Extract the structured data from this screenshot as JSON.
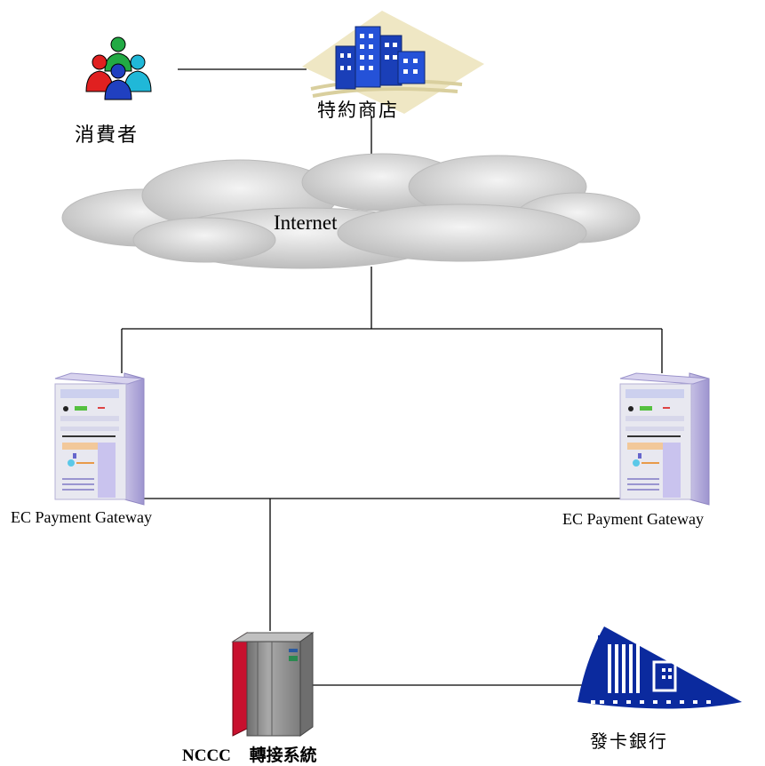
{
  "labels": {
    "consumer": "消費者",
    "merchant": "特約商店",
    "internet": "Internet",
    "gateway_left": "EC Payment Gateway",
    "gateway_right": "EC Payment Gateway",
    "nccc": "NCCC",
    "switch_system": "轉接系統",
    "issuing_bank": "發卡銀行"
  },
  "colors": {
    "line": "#000000",
    "cloud": "#d6d6d6",
    "building_blue": "#1a3fb8",
    "server_body": "#e4e4ee",
    "mainframe_red": "#c8102e",
    "mainframe_gray": "#8a8a8a",
    "bank_blue": "#0b2a9e"
  },
  "icons": {
    "consumer": "people-group-icon",
    "merchant": "office-building-icon",
    "internet": "cloud-icon",
    "gateway": "server-tower-icon",
    "nccc": "mainframe-icon",
    "bank": "bank-building-icon"
  }
}
